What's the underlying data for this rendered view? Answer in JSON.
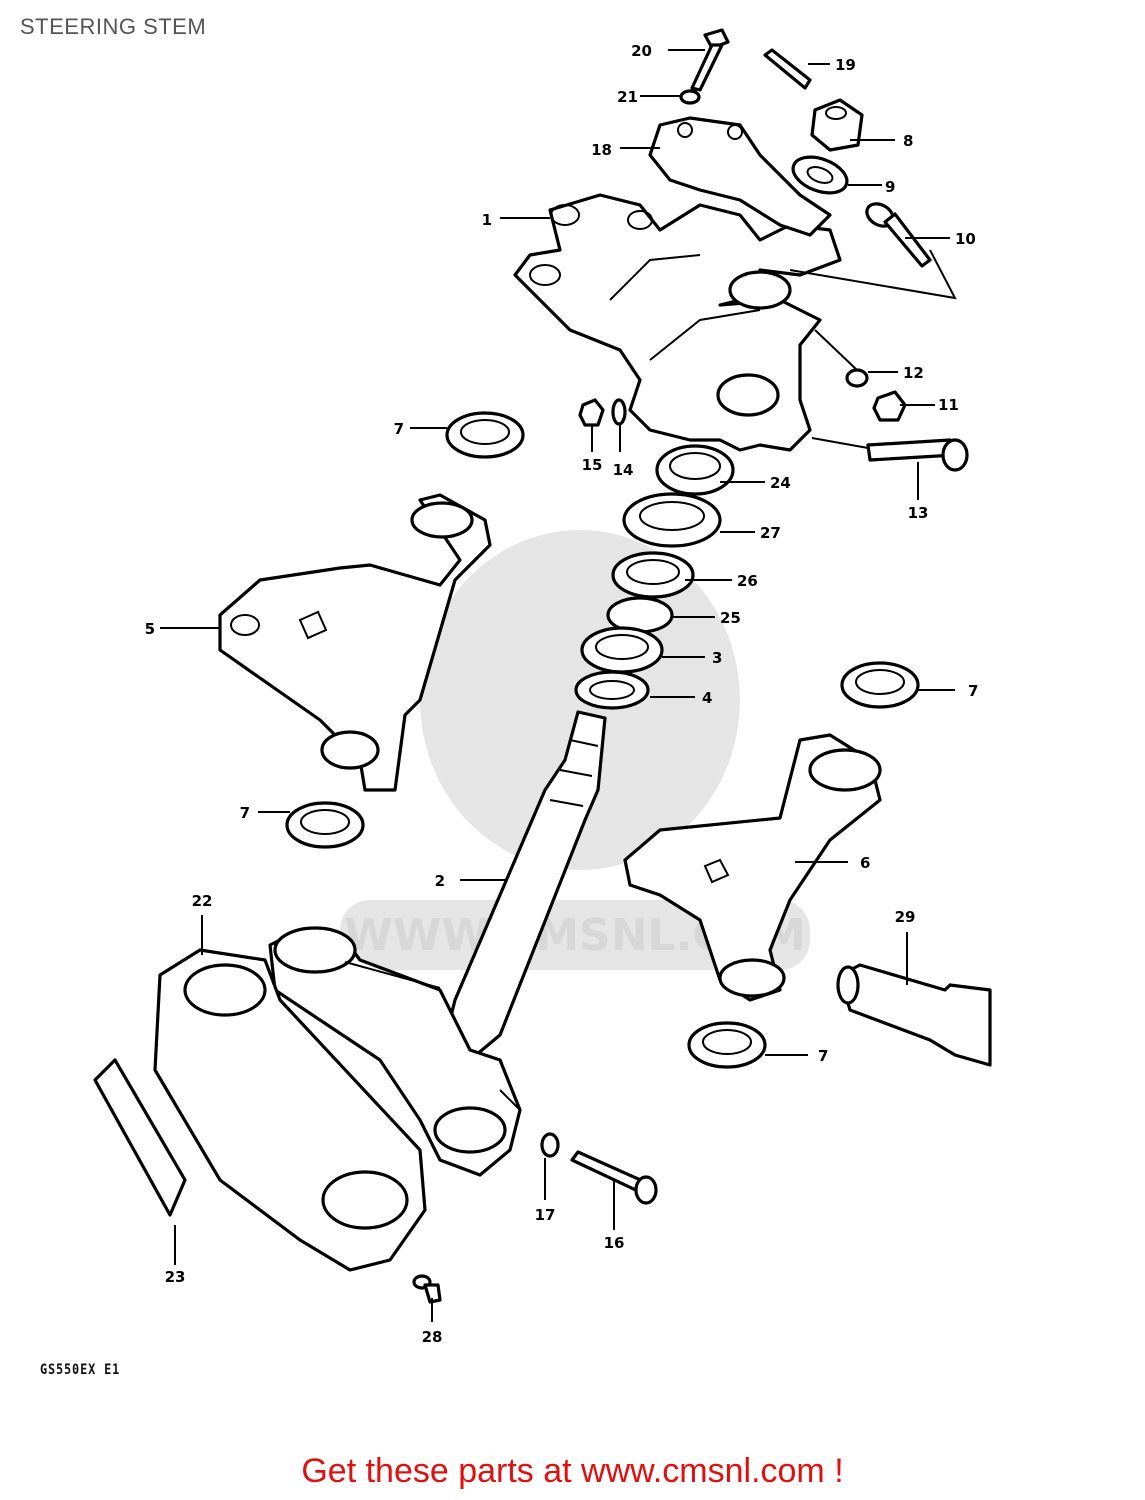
{
  "title": "STEERING STEM",
  "diagram_code": "GS550EX E1",
  "watermark": "WWW.CMSNL.COM",
  "footer": {
    "text": "Get these parts at www.cmsnl.com !",
    "color": "#e01010"
  },
  "callouts": {
    "c1": "1",
    "c2": "2",
    "c3": "3",
    "c4": "4",
    "c5": "5",
    "c6": "6",
    "c7a": "7",
    "c7b": "7",
    "c7c": "7",
    "c7d": "7",
    "c8": "8",
    "c9": "9",
    "c10": "10",
    "c11": "11",
    "c12": "12",
    "c13": "13",
    "c14": "14",
    "c15": "15",
    "c16": "16",
    "c17": "17",
    "c18": "18",
    "c19": "19",
    "c20": "20",
    "c21": "21",
    "c22": "22",
    "c23": "23",
    "c24": "24",
    "c25": "25",
    "c26": "26",
    "c27": "27",
    "c28": "28",
    "c29": "29"
  }
}
